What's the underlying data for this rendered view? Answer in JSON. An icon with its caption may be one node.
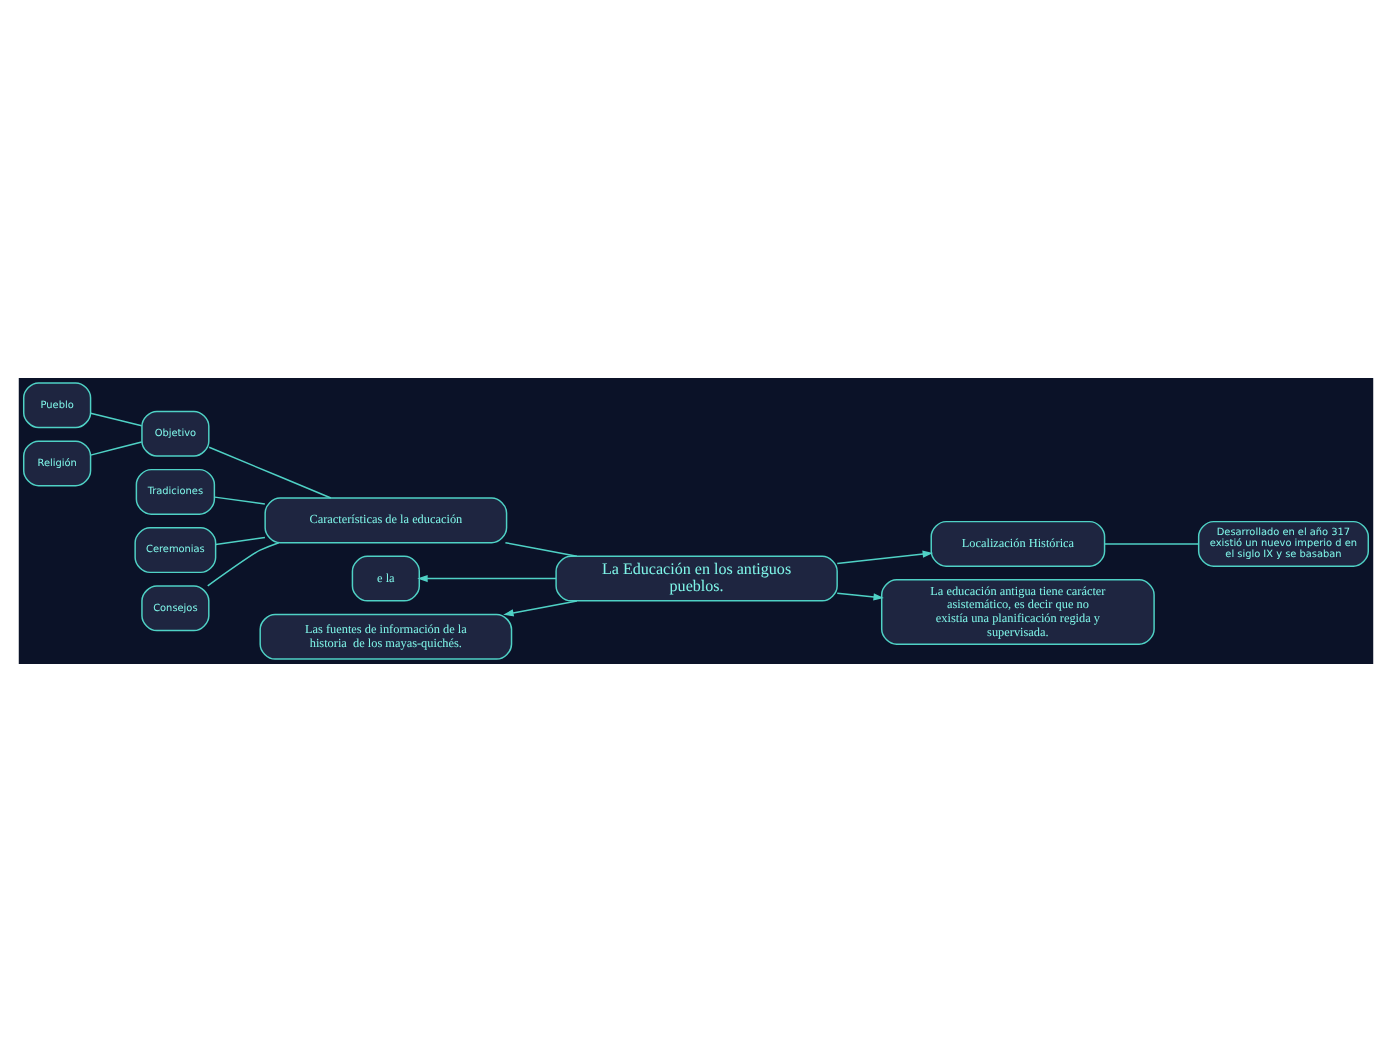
{
  "diagram": {
    "nodes": [
      {
        "text": [
          "La Educación en los antiguos pueblos."
        ]
      },
      {
        "text": [
          "Características de la educación"
        ]
      },
      {
        "text": [
          "Objetivo"
        ]
      },
      {
        "text": [
          "Pueblo"
        ]
      },
      {
        "text": [
          "Religión"
        ]
      },
      {
        "text": [
          "Tradiciones"
        ]
      },
      {
        "text": [
          "Ceremonias"
        ]
      },
      {
        "text": [
          "Consejos"
        ]
      },
      {
        "text": [
          "e la"
        ]
      },
      {
        "text": [
          "Localización Histórica"
        ]
      },
      {
        "text": [
          "Desarrollado en el año 317 existió un nuevo imperio d en el siglo IX y se basaban"
        ]
      },
      {
        "text": [
          "La educación antigua tiene carácter asistemático, es decir que no existía una planificación regida y supervisada."
        ]
      },
      {
        "text": [
          "Las fuentes de información de la historia  de los mayas-quichés."
        ]
      }
    ],
    "edges": [
      {
        "from": 0,
        "to": 1,
        "arrow": "none"
      },
      {
        "from": 1,
        "to": 2,
        "arrow": "none"
      },
      {
        "from": 2,
        "to": 3,
        "arrow": "none"
      },
      {
        "from": 2,
        "to": 4,
        "arrow": "none"
      },
      {
        "from": 1,
        "to": 5,
        "arrow": "none"
      },
      {
        "from": 1,
        "to": 6,
        "arrow": "none"
      },
      {
        "from": 1,
        "to": 7,
        "arrow": "none"
      },
      {
        "from": 0,
        "to": 8,
        "arrow": "to"
      },
      {
        "from": 0,
        "to": 9,
        "arrow": "to"
      },
      {
        "from": 9,
        "to": 10,
        "arrow": "none"
      },
      {
        "from": 0,
        "to": 11,
        "arrow": "to"
      },
      {
        "from": 0,
        "to": 12,
        "arrow": "to"
      }
    ]
  }
}
